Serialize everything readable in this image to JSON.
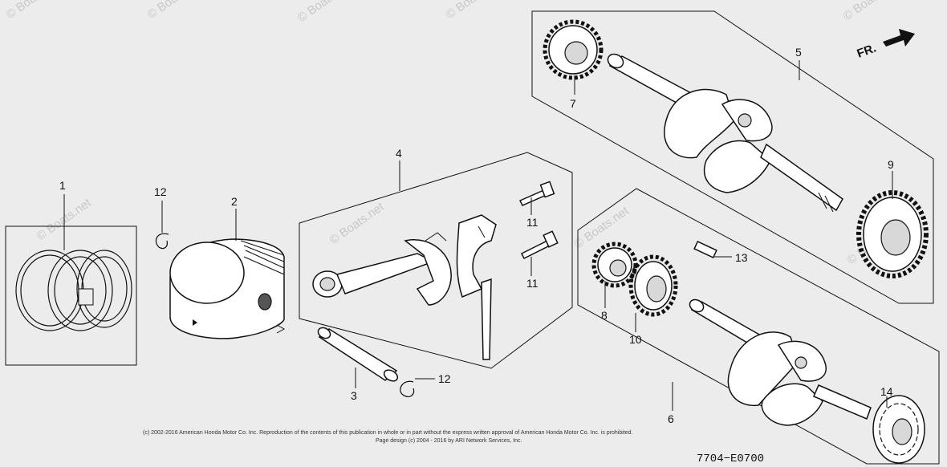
{
  "watermark": "© Boats.net",
  "direction_label": "FR.",
  "diagram_code": "7704−E0700",
  "copyright": {
    "line1": "(c) 2002-2016 American Honda Motor Co. Inc. Reproduction of the contents of this publication in whole or in part without the express written approval of American Honda Motor Co. Inc. is prohibited.",
    "line2": "Page design (c) 2004 - 2016 by ARI Network Services, Inc."
  },
  "callouts": {
    "c1": "1",
    "c2": "2",
    "c3": "3",
    "c4": "4",
    "c5": "5",
    "c6": "6",
    "c7": "7",
    "c8": "8",
    "c9": "9",
    "c10": "10",
    "c11a": "11",
    "c11b": "11",
    "c12a": "12",
    "c12b": "12",
    "c13": "13",
    "c14": "14"
  }
}
